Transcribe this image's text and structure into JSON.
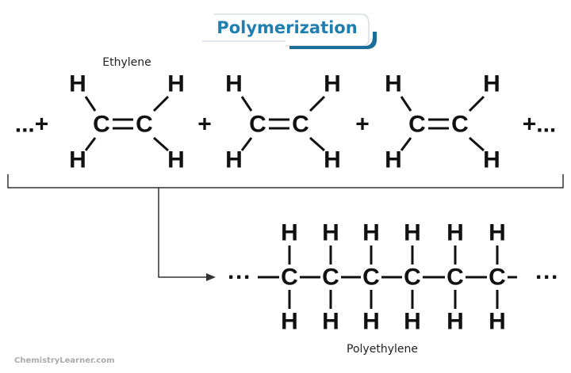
{
  "title": "Polymerization",
  "monomer_label": "Ethylene",
  "polymer_label": "Polyethylene",
  "watermark": "ChemistryLearner.com",
  "symbols": {
    "H": "H",
    "C": "C",
    "plus": "+",
    "lead": "...+",
    "trail": "+...",
    "dots": "···"
  },
  "monomer_count": 3,
  "polymer_carbon_count": 6,
  "colors": {
    "title": "#1f7fb0",
    "accent": "#1a6e98"
  }
}
